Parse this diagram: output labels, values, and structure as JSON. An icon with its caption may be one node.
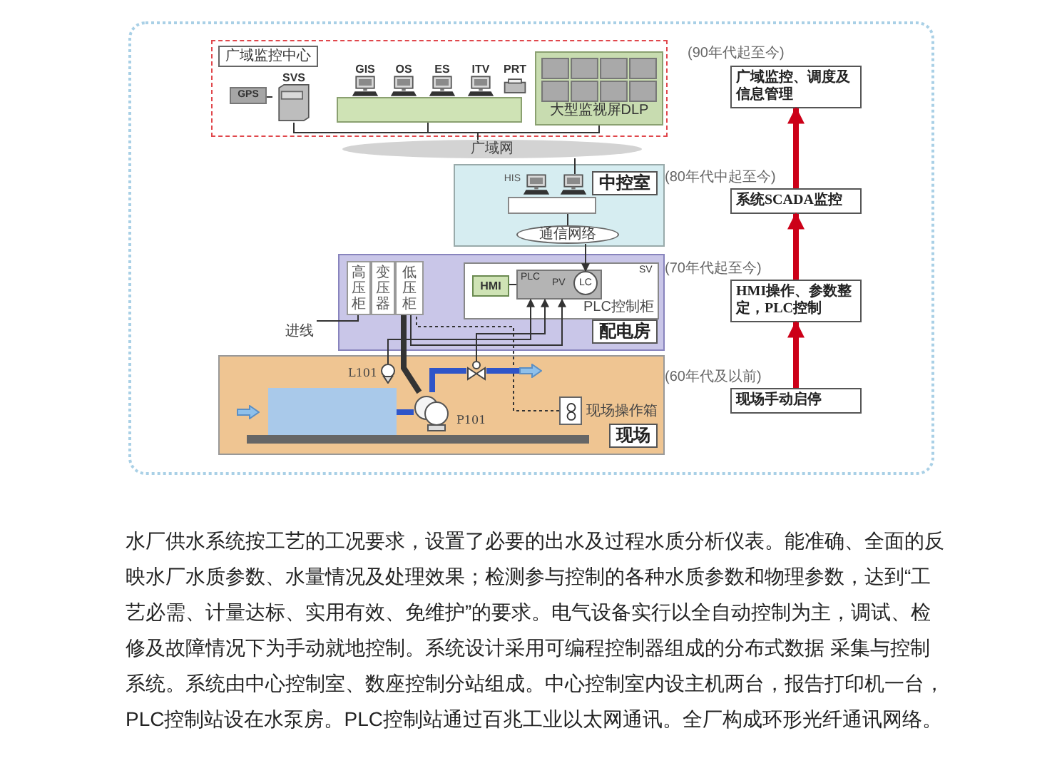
{
  "diagram": {
    "caption": "水厂供水系统按工艺的工况要求，设置了必要的出水及过程水质分析仪表。能准确、全面的反映水厂水质参数、水量情况及处理效果；检测参与控制的各种水质参数和物理参数，达到“工艺必需、计量达标、实用有效、免维护”的要求。电气设备实行以全自动控制为主，调试、检修及故障情况下为手动就地控制。系统设计采用可编程控制器组成的分布式数据 采集与控制系统。系统由中心控制室、数座控制分站组成。中心控制室内设主机两台，报告打印机一台，PLC控制站设在水泵房。PLC控制站通过百兆工业以太网通讯。全厂构成环形光纤通讯网络。",
    "nodes": [
      {
        "text": [
          "广域监控中心"
        ]
      },
      {
        "text": [
          "GPS"
        ],
        "in": 0
      },
      {
        "text": [
          "SVS"
        ],
        "in": 0
      },
      {
        "text": [],
        "shape": "box",
        "in": 0
      },
      {
        "text": [
          "GIS"
        ],
        "in": 0
      },
      {
        "text": [
          "OS"
        ],
        "in": 0
      },
      {
        "text": [
          "ES"
        ],
        "in": 0
      },
      {
        "text": [
          "ITV"
        ],
        "in": 0
      },
      {
        "text": [
          "PRT"
        ],
        "in": 0
      },
      {
        "text": [
          "大型监视屏DLP"
        ],
        "in": 0
      },
      {
        "text": [
          "广域网"
        ]
      },
      {
        "text": [
          "中控室"
        ]
      },
      {
        "text": [],
        "shape": "box",
        "in": 11
      },
      {
        "text": [
          "HIS"
        ],
        "in": 11
      },
      {
        "text": [],
        "shape": "computer",
        "in": 11
      },
      {
        "text": [
          "通信网络"
        ],
        "in": 11
      },
      {
        "text": [
          "配电房"
        ]
      },
      {
        "text": [
          "高压柜"
        ],
        "in": 16
      },
      {
        "text": [
          "变压器"
        ],
        "in": 16
      },
      {
        "text": [
          "低压柜"
        ],
        "in": 16
      },
      {
        "text": [
          "进线"
        ]
      },
      {
        "text": [
          "PLC控制柜"
        ],
        "in": 16
      },
      {
        "text": [
          "HMI"
        ],
        "in": 21
      },
      {
        "text": [
          "PLC"
        ],
        "in": 21
      },
      {
        "text": [
          "LC"
        ],
        "beside": [
          "PV"
        ],
        "in": 23
      },
      {
        "text": [
          "现场"
        ]
      },
      {
        "text": [],
        "shape": "box",
        "in": 25
      },
      {
        "text": [],
        "shape": "sensor",
        "beside": [
          "L101"
        ],
        "in": 25
      },
      {
        "text": [],
        "shape": "pump",
        "beside": [
          "P101"
        ],
        "in": 25
      },
      {
        "text": [],
        "shape": "valve",
        "in": 25
      },
      {
        "text": [],
        "shape": "box",
        "beside": [
          "现场操作箱"
        ],
        "in": 25
      },
      {
        "text": [
          "广域监控、调度及信息管理"
        ],
        "beside": [
          "(90年代起至今)"
        ]
      },
      {
        "text": [
          "系统SCADA监控"
        ],
        "beside": [
          "(80年代中起至今)"
        ]
      },
      {
        "text": [
          "HMI操作、参数整定，PLC控制"
        ],
        "beside": [
          "(70年代起至今)"
        ]
      },
      {
        "text": [
          "现场手动启停"
        ],
        "beside": [
          "(60年代及以前)"
        ]
      },
      {
        "text": [],
        "shape": "arrow",
        "in": 25
      }
    ],
    "edges": [
      {
        "from": 1,
        "to": 2,
        "arrow": "none"
      },
      {
        "from": 2,
        "to": 10,
        "arrow": "none"
      },
      {
        "from": 3,
        "to": 10,
        "arrow": "none"
      },
      {
        "from": 9,
        "to": 10,
        "arrow": "none"
      },
      {
        "from": 10,
        "to": 14,
        "arrow": "none"
      },
      {
        "from": 12,
        "to": 15,
        "arrow": "none"
      },
      {
        "from": 15,
        "to": 24,
        "arrow": "to"
      },
      {
        "from": 22,
        "to": 23,
        "arrow": "none"
      },
      {
        "from": 20,
        "to": 17,
        "arrow": "none"
      },
      {
        "from": 19,
        "to": 28,
        "arrow": "none",
        "style": "thick"
      },
      {
        "from": 27,
        "to": 23,
        "arrow": "to"
      },
      {
        "from": 29,
        "to": 23,
        "arrow": "to"
      },
      {
        "from": 30,
        "to": 19,
        "arrow": "none",
        "style": "dashed"
      },
      {
        "from": 19,
        "to": 23,
        "arrow": "to"
      },
      {
        "from": 26,
        "to": 28,
        "arrow": "none",
        "style": "thick",
        "color": "#2f55c8"
      },
      {
        "from": 28,
        "to": 29,
        "arrow": "none",
        "style": "thick",
        "color": "#2f55c8"
      },
      {
        "from": 34,
        "to": 33,
        "arrow": "to",
        "style": "thick",
        "color": "#cc0018"
      },
      {
        "from": 33,
        "to": 32,
        "arrow": "to",
        "style": "thick",
        "color": "#cc0018"
      },
      {
        "from": 32,
        "to": 31,
        "arrow": "to",
        "style": "thick",
        "color": "#cc0018"
      },
      {
        "from": 29,
        "to": 35,
        "arrow": "none",
        "style": "thick",
        "color": "#2f55c8"
      }
    ],
    "labels": [
      "SV"
    ]
  }
}
